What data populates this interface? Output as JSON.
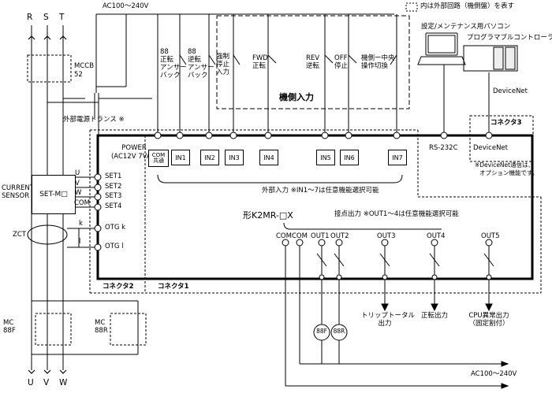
{
  "power_phases": {
    "r": "R",
    "s": "S",
    "t": "T"
  },
  "output_phases": {
    "u": "U",
    "v": "V",
    "w": "W"
  },
  "supply_top": "AC100～240V",
  "legend_text": "内は外部回路（機側盤）を表す",
  "mccb": {
    "line1": "MCCB",
    "line2": "52"
  },
  "transformer": "外部電源トランス ※",
  "current_sensor": {
    "line1": "CURRENT",
    "line2": "SENSOR"
  },
  "sensor_unit": "SET-M□",
  "sensor_terminals": {
    "u": "U",
    "v": "V",
    "w": "W",
    "com": "COM"
  },
  "set_terminals": [
    "SET1",
    "SET2",
    "SET3",
    "SET4"
  ],
  "zct": "ZCT",
  "zct_terminals": {
    "k": "k",
    "l": "l"
  },
  "otg": [
    "OTG k",
    "OTG l"
  ],
  "contactors": [
    {
      "line1": "MC",
      "line2": "88F"
    },
    {
      "line1": "MC",
      "line2": "88R"
    }
  ],
  "power_terminal": {
    "line1": "POWER",
    "line2": "(AC12V  7VA)"
  },
  "com_common": {
    "line1": "COM",
    "line2": "共通"
  },
  "inputs": [
    "IN1",
    "IN2",
    "IN3",
    "IN4",
    "IN5",
    "IN6",
    "IN7"
  ],
  "input_labels": {
    "fwd_answer": [
      "88",
      "正転",
      "アンサー",
      "バック"
    ],
    "rev_answer": [
      "88",
      "逆転",
      "アンサー",
      "バック"
    ],
    "forced_stop": [
      "強制",
      "停止",
      "入力"
    ],
    "fwd": [
      "FWD",
      "正転"
    ],
    "rev": [
      "REV",
      "逆転"
    ],
    "off": [
      "OFF",
      "停止"
    ],
    "switch": [
      "機側ー中央",
      "操作切換"
    ]
  },
  "machine_input": "機側入力",
  "external_input": "外部入力 ※IN1～7は任意機能選択可能",
  "pc_label": "設定/メンテナンス用パソコン",
  "plc_label": "プログラマブルコントローラ",
  "devicenet": "DeviceNet",
  "connector3": "コネクタ3",
  "rs232c": "RS-232C",
  "devicenet_terminal": "DeviceNet",
  "devicenet_note": [
    "※DeviceNet通信は、",
    "オプション機能です。"
  ],
  "model": "形K2MR-□X",
  "contact_output": "接点出力 ※OUT1～4は任意機能選択可能",
  "output_terminals": [
    "COM",
    "COM",
    "OUT1",
    "OUT2",
    "OUT3",
    "OUT4",
    "OUT5"
  ],
  "coils": [
    "88F",
    "88R"
  ],
  "trip_total": [
    "トリップトータル",
    "出力"
  ],
  "fwd_output": "正転出力",
  "cpu_error": [
    "CPU異常出力",
    "（固定割付）"
  ],
  "supply_bottom": "AC100～240V",
  "connector2": "コネクタ2",
  "connector1": "コネクタ1"
}
